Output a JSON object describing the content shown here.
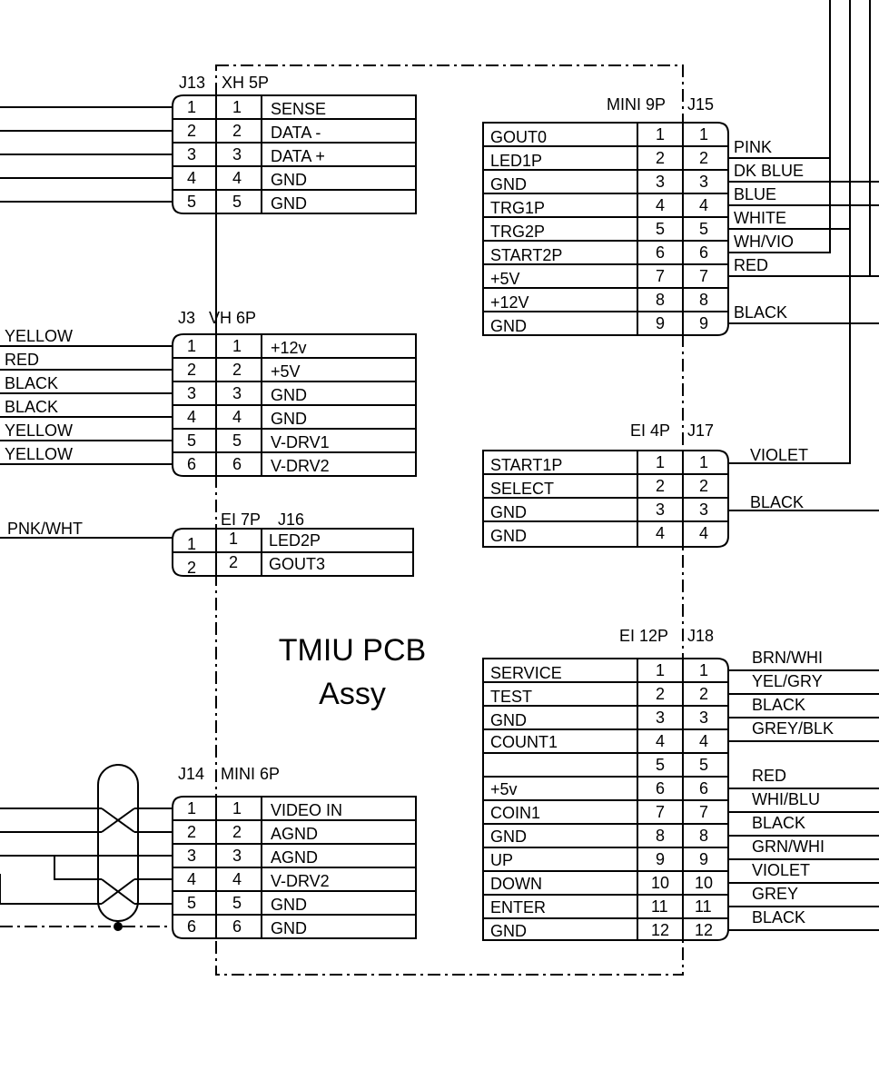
{
  "pcb": {
    "title_line1": "TMIU PCB",
    "title_line2": "Assy"
  },
  "connectors": {
    "j13": {
      "ref": "J13",
      "type": "XH 5P",
      "pins": [
        "1",
        "2",
        "3",
        "4",
        "5"
      ],
      "signals": [
        "SENSE",
        "DATA -",
        "DATA +",
        "GND",
        "GND"
      ]
    },
    "j3": {
      "ref": "J3",
      "type": "VH 6P",
      "pins": [
        "1",
        "2",
        "3",
        "4",
        "5",
        "6"
      ],
      "signals": [
        "+12v",
        "+5V",
        "GND",
        "GND",
        "V-DRV1",
        "V-DRV2"
      ]
    },
    "j16": {
      "ref": "J16",
      "type": "EI 7P",
      "pins": [
        "1",
        "2"
      ],
      "signals": [
        "LED2P",
        "GOUT3"
      ]
    },
    "j14": {
      "ref": "J14",
      "type": "MINI 6P",
      "pins": [
        "1",
        "2",
        "3",
        "4",
        "5",
        "6"
      ],
      "signals": [
        "VIDEO IN",
        "AGND",
        "AGND",
        "V-DRV2",
        "GND",
        "GND"
      ]
    },
    "j15": {
      "ref": "J15",
      "type": "MINI 9P",
      "pins": [
        "1",
        "2",
        "3",
        "4",
        "5",
        "6",
        "7",
        "8",
        "9"
      ],
      "signals": [
        "GOUT0",
        "LED1P",
        "GND",
        "TRG1P",
        "TRG2P",
        "START2P",
        "+5V",
        "+12V",
        "GND"
      ]
    },
    "j17": {
      "ref": "J17",
      "type": "EI 4P",
      "pins": [
        "1",
        "2",
        "3",
        "4"
      ],
      "signals": [
        "START1P",
        "SELECT",
        "GND",
        "GND"
      ]
    },
    "j18": {
      "ref": "J18",
      "type": "EI 12P",
      "pins": [
        "1",
        "2",
        "3",
        "4",
        "5",
        "6",
        "7",
        "8",
        "9",
        "10",
        "11",
        "12"
      ],
      "signals": [
        "SERVICE",
        "TEST",
        "GND",
        "COUNT1",
        "",
        "+5v",
        "COIN1",
        "GND",
        "UP",
        "DOWN",
        "ENTER",
        "GND"
      ]
    }
  },
  "wires": {
    "j3": [
      "YELLOW",
      "RED",
      "BLACK",
      "BLACK",
      "YELLOW",
      "YELLOW"
    ],
    "j16": [
      "PNK/WHT"
    ],
    "j15": [
      "PINK",
      "DK BLUE",
      "BLUE",
      "WHITE",
      "WH/VIO",
      "RED",
      "BLACK"
    ],
    "j17": [
      "VIOLET",
      "BLACK"
    ],
    "j18": [
      "BRN/WHI",
      "YEL/GRY",
      "BLACK",
      "GREY/BLK",
      "RED",
      "WHI/BLU",
      "BLACK",
      "GRN/WHI",
      "VIOLET",
      "GREY",
      "BLACK"
    ]
  }
}
